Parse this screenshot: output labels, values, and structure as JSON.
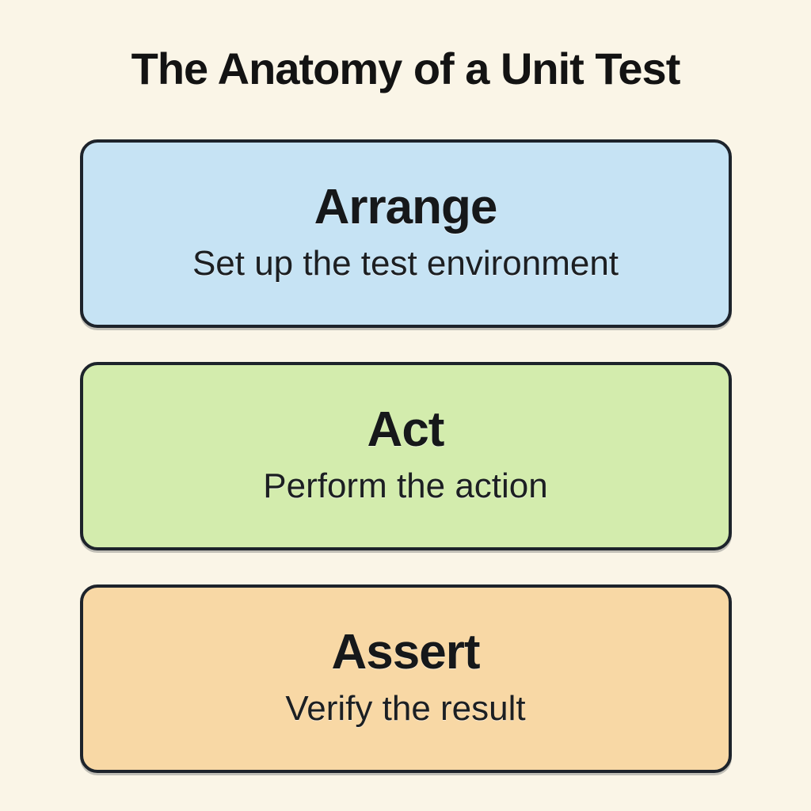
{
  "page": {
    "title": "The Anatomy of a Unit Test",
    "background_color": "#faf5e7",
    "border_color": "#1d232b"
  },
  "diagram": {
    "steps": [
      {
        "label": "Arrange",
        "description": "Set up the test environment",
        "fill_color": "#c6e3f4"
      },
      {
        "label": "Act",
        "description": "Perform the action",
        "fill_color": "#d3ecad"
      },
      {
        "label": "Assert",
        "description": "Verify the result",
        "fill_color": "#f8d8a5"
      }
    ]
  }
}
